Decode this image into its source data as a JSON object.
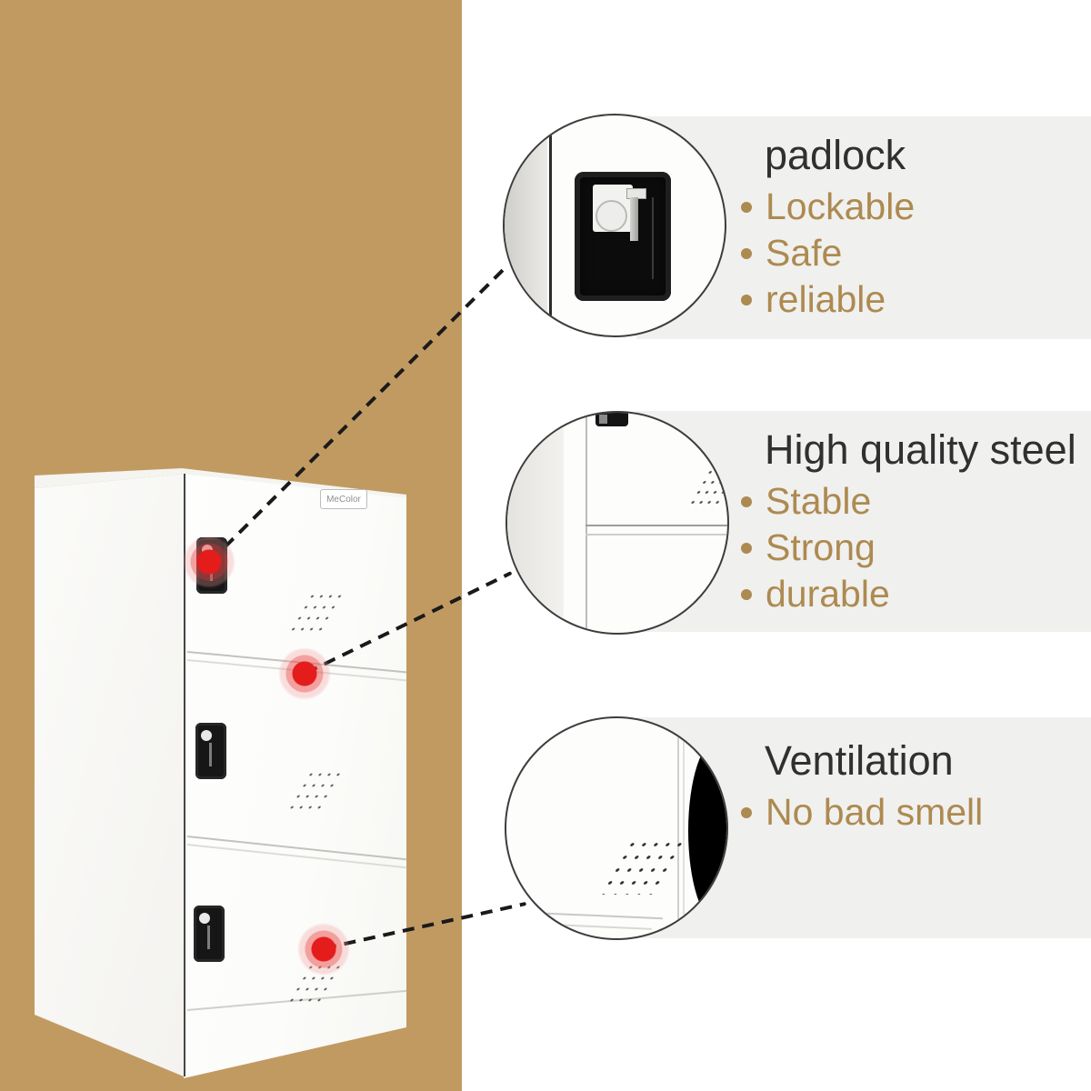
{
  "brand": {
    "logo_text": "MeColor"
  },
  "features": [
    {
      "title": "padlock",
      "bullets": [
        "Lockable",
        "Safe",
        "reliable"
      ]
    },
    {
      "title": "High quality steel",
      "bullets": [
        "Stable",
        "Strong",
        "durable"
      ]
    },
    {
      "title": "Ventilation",
      "bullets": [
        "No bad smell"
      ]
    }
  ],
  "colors": {
    "left_panel_tan": "#c19a62",
    "band_gray": "#f0f0ef",
    "heading_text": "#303030",
    "accent_gold_text": "#ad8a50",
    "hotspot_red": "#e51c1c"
  }
}
